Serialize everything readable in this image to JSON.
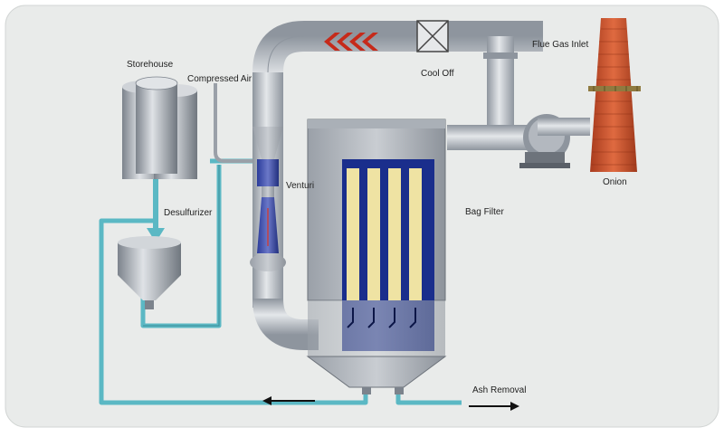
{
  "labels": {
    "storehouse": "Storehouse",
    "compressed_air": "Compressed Air",
    "desulfurizer": "Desulfurizer",
    "venturi": "Venturi",
    "cool_off": "Cool Off",
    "flue_gas_inlet": "Flue Gas Inlet",
    "onion": "Onion",
    "bag_filter": "Bag Filter",
    "ash_removal": "Ash Removal"
  },
  "colors": {
    "background": "#e9ebea",
    "pipe_steel": "#b9bec5",
    "teal_line": "#5bb8c4",
    "filter_blue": "#1a2e8c",
    "filter_bag": "#efe3a3",
    "chimney_red": "#c9532e",
    "arrow_red": "#c62a1a"
  }
}
